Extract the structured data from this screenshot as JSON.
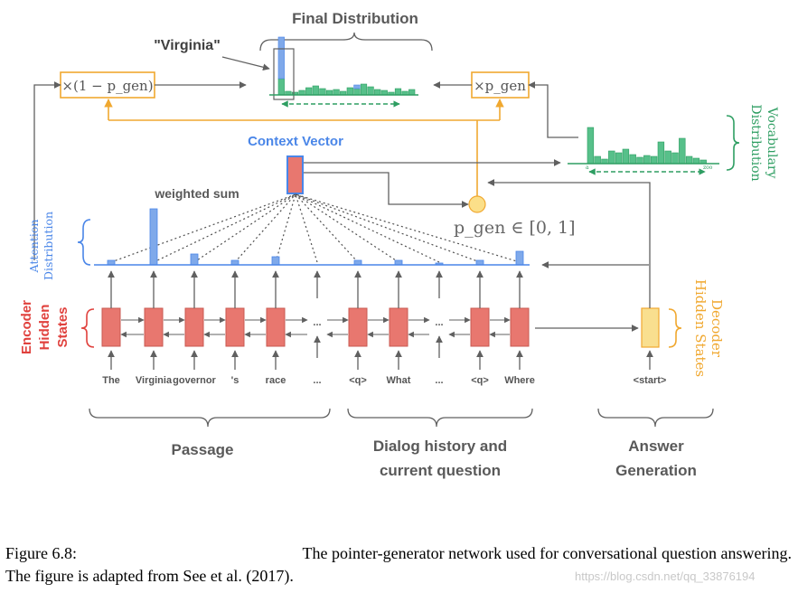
{
  "title": "Final Distribution",
  "virginia": "\"Virginia\"",
  "context_vector": "Context Vector",
  "weighted_sum": "weighted sum",
  "pgen_range": "p_gen ∈ [0, 1]",
  "mult_left": "×(1 − p_gen)",
  "mult_right": "×p_gen",
  "vocab_axis_start": "a",
  "vocab_axis_end": "zoo",
  "side_labels": {
    "attention": [
      "Attention",
      "Distribution"
    ],
    "encoder": [
      "Encoder",
      "Hidden",
      "States"
    ],
    "decoder": [
      "Decoder",
      "Hidden States"
    ],
    "vocab": [
      "Vocabulary",
      "Distribution"
    ]
  },
  "tokens": [
    "The",
    "Virginia",
    "governor",
    "'s",
    "race",
    "...",
    "<q>",
    "What",
    "...",
    "<q>",
    "Where"
  ],
  "start_token": "<start>",
  "groups": {
    "passage": [
      "Passage"
    ],
    "dialog": [
      "Dialog history and",
      "current question"
    ],
    "answer": [
      "Answer",
      "Generation"
    ]
  },
  "caption": {
    "label": "Figure 6.8:",
    "line1_text": "The pointer-generator network used for conversational question answering.",
    "line2": "The figure is adapted from See et al. (2017)."
  },
  "watermark": "https://blog.csdn.net/qq_33876194",
  "colors": {
    "encoder": "#e8776f",
    "decoder": "#f9df8f",
    "attention": "#7fa9ea",
    "vocab": "#2e9e62",
    "vocab_fill": "#57c08a",
    "blue_text": "#4a86e8",
    "orange": "#f0a830",
    "red_text": "#e0413d",
    "gray": "#606060"
  }
}
